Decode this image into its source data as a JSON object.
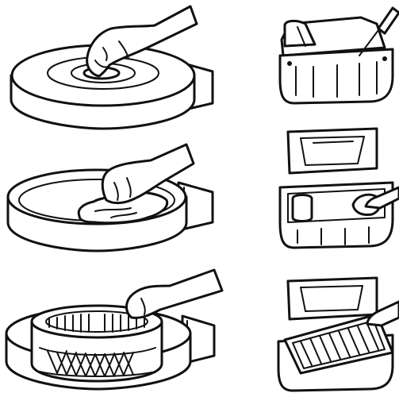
{
  "illustration": {
    "panels": [
      {
        "id": "round-cleaner-wipe-cover-top",
        "icon": "round-air-cleaner-hand-icon"
      },
      {
        "id": "round-cleaner-wipe-housing",
        "icon": "round-air-cleaner-cloth-icon"
      },
      {
        "id": "round-cleaner-install-element",
        "icon": "round-air-cleaner-filter-icon"
      },
      {
        "id": "rect-cleaner-release-clips",
        "icon": "rect-air-cleaner-screwdriver-icon"
      },
      {
        "id": "rect-cleaner-wipe-housing",
        "icon": "rect-air-cleaner-cloth-icon"
      },
      {
        "id": "rect-cleaner-install-element",
        "icon": "rect-air-cleaner-filter-icon"
      }
    ],
    "colors": {
      "ink": "#111111",
      "paper": "#ffffff"
    }
  }
}
